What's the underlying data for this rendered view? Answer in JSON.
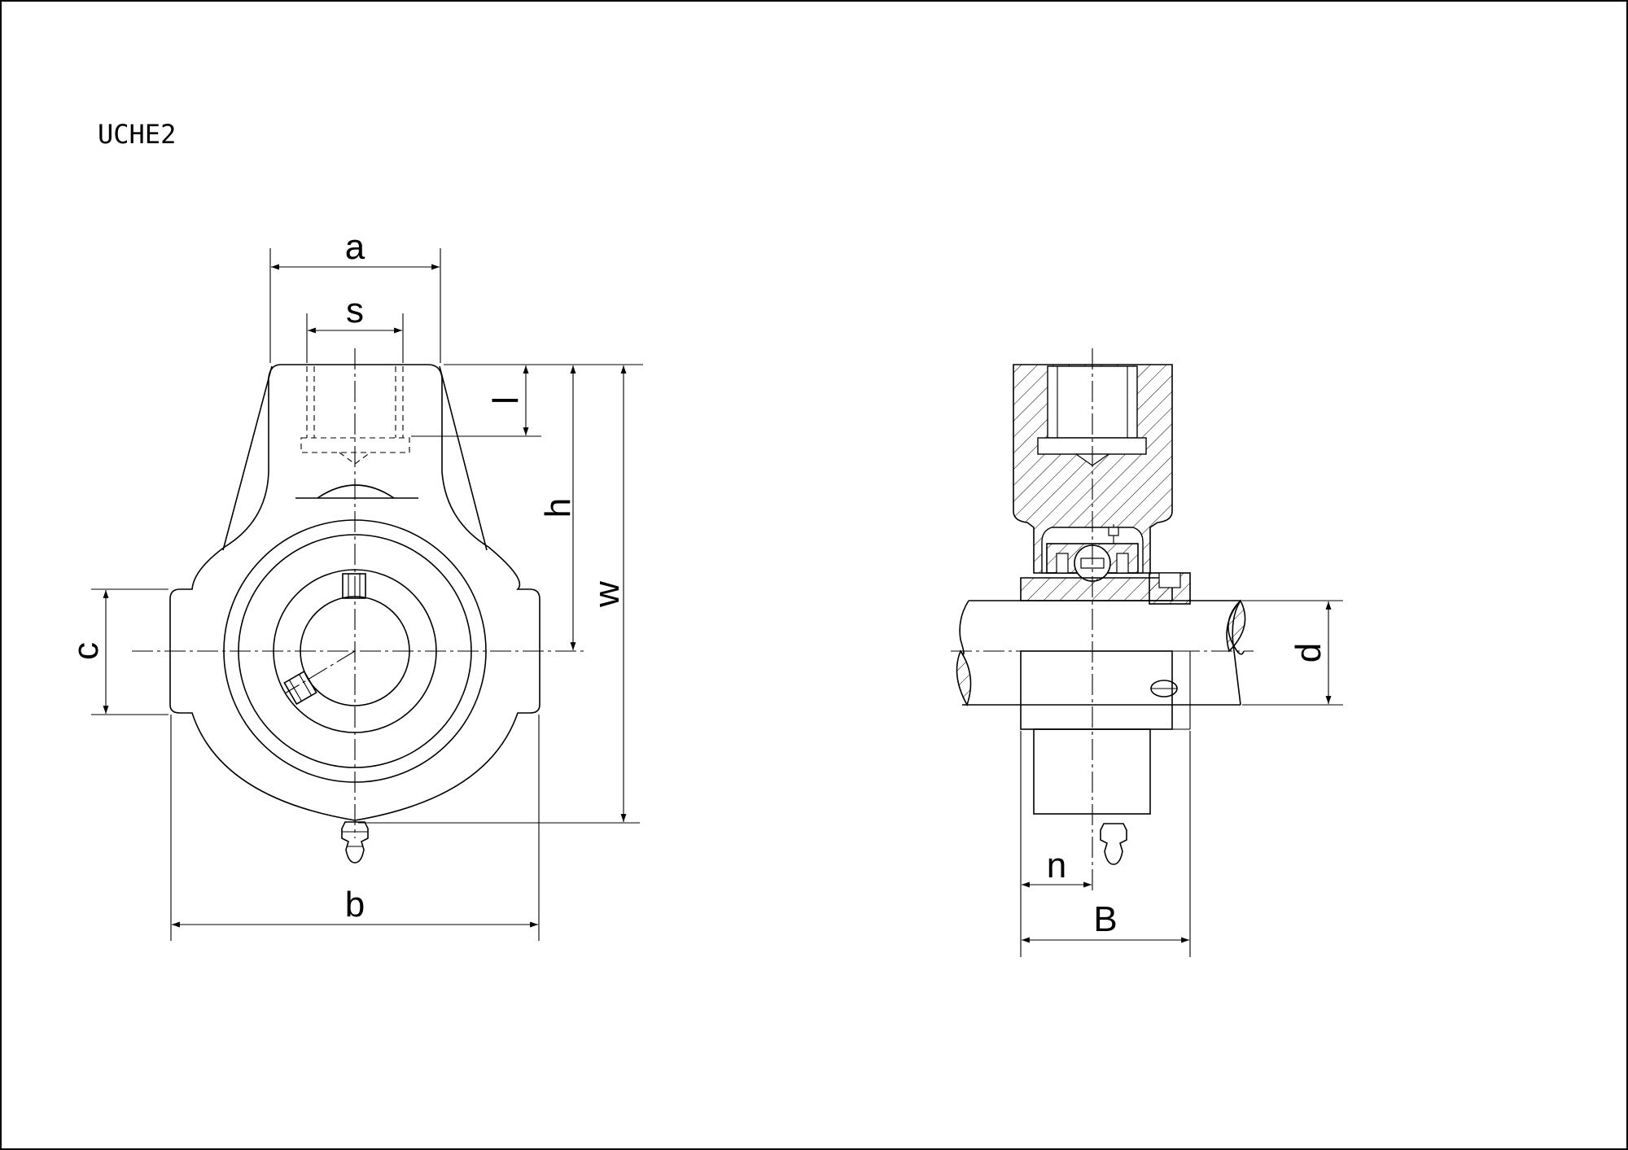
{
  "drawing": {
    "title": "UCHE2"
  },
  "dimensions": {
    "a": "a",
    "s": "s",
    "l": "l",
    "h": "h",
    "w": "w",
    "c": "c",
    "b": "b",
    "d": "d",
    "n": "n",
    "B": "B"
  }
}
